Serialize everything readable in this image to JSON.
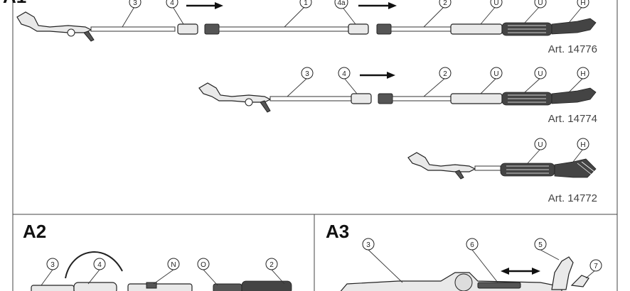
{
  "sections": {
    "a1": "A1",
    "a2": "A2",
    "a3": "A3"
  },
  "articles": {
    "row1": "Art. 14776",
    "row2": "Art. 14774",
    "row3": "Art. 14772"
  },
  "callouts": {
    "row1": [
      "3",
      "4",
      "1",
      "4a",
      "2",
      "U",
      "U",
      "H"
    ],
    "row2": [
      "3",
      "4",
      "2",
      "U",
      "U",
      "H"
    ],
    "row3": [
      "U",
      "H"
    ],
    "a2": [
      "3",
      "4",
      "N",
      "O",
      "2"
    ],
    "a3": [
      "3",
      "6",
      "5",
      "7"
    ]
  }
}
